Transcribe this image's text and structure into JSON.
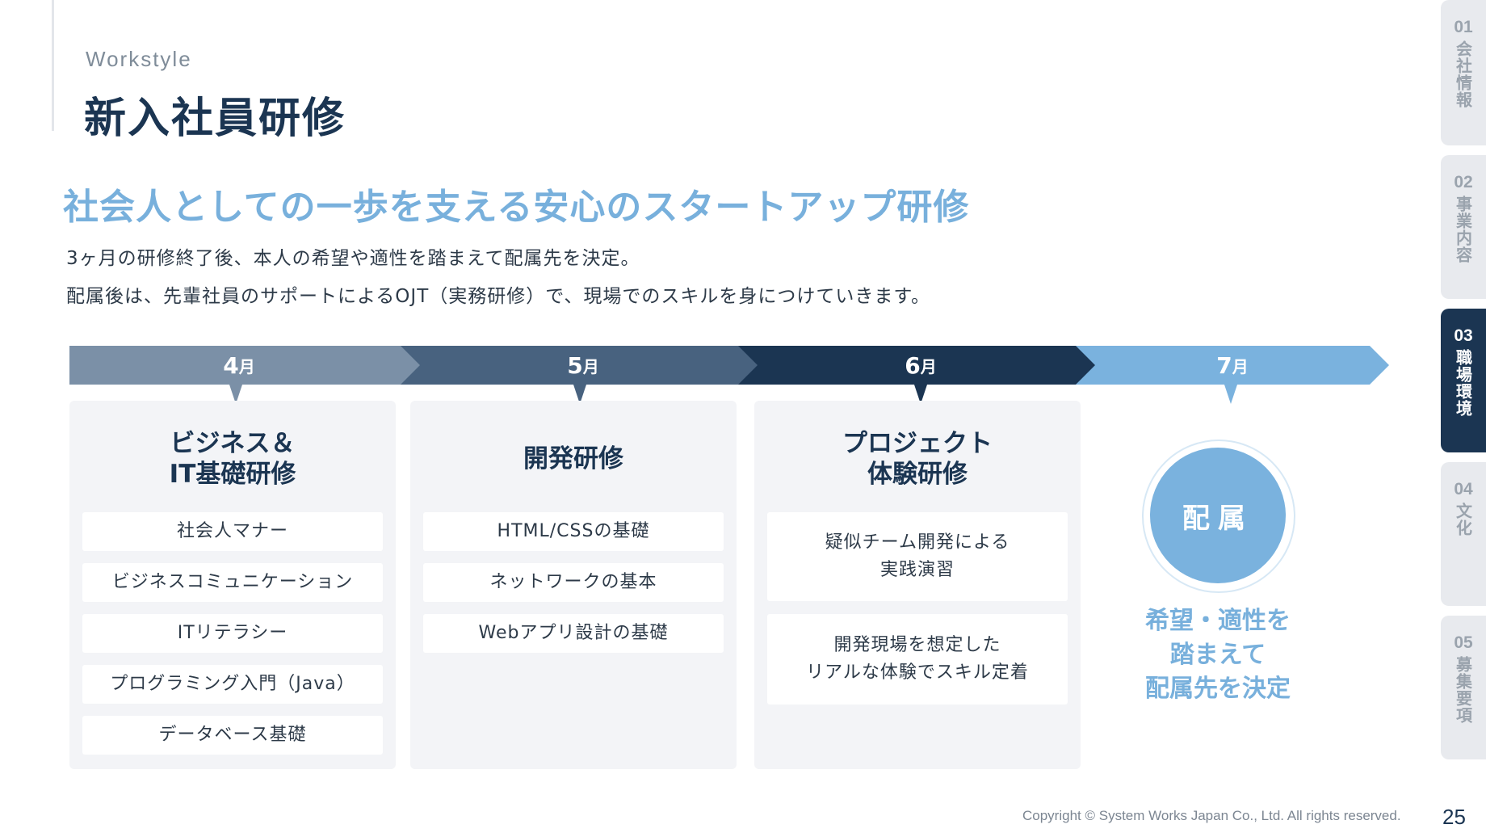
{
  "header": {
    "eyebrow": "Workstyle",
    "title": "新入社員研修"
  },
  "intro": {
    "headline": "社会人としての一歩を支える安心のスタートアップ研修",
    "lines": [
      "3ヶ月の研修終了後、本人の希望や適性を踏まえて配属先を決定。",
      "配属後は、先輩社員のサポートによるOJT（実務研修）で、現場でのスキルを身につけていきます。"
    ]
  },
  "timeline": {
    "month_unit": "月",
    "months": [
      {
        "number": "4",
        "color": "#7b90a7"
      },
      {
        "number": "5",
        "color": "#48627f"
      },
      {
        "number": "6",
        "color": "#1b3552"
      },
      {
        "number": "7",
        "color": "#7ab2de"
      }
    ]
  },
  "cards": [
    {
      "title_lines": [
        "ビジネス＆",
        "IT基礎研修"
      ],
      "items": [
        "社会人マナー",
        "ビジネスコミュニケーション",
        "ITリテラシー",
        "プログラミング入門（Java）",
        "データベース基礎"
      ]
    },
    {
      "title_lines": [
        "開発研修"
      ],
      "items": [
        "HTML/CSSの基礎",
        "ネットワークの基本",
        "Webアプリ設計の基礎"
      ]
    },
    {
      "title_lines": [
        "プロジェクト",
        "体験研修"
      ],
      "items": [
        {
          "l1": "疑似チーム開発による",
          "l2": "実践演習"
        },
        {
          "l1": "開発現場を想定した",
          "l2": "リアルな体験でスキル定着"
        }
      ]
    }
  ],
  "assignment": {
    "circle_label": "配属",
    "text_lines": [
      "希望・適性を",
      "踏まえて",
      "配属先を決定"
    ]
  },
  "nav": {
    "tabs": [
      {
        "num": "01",
        "label": "会社情報",
        "active": false
      },
      {
        "num": "02",
        "label": "事業内容",
        "active": false
      },
      {
        "num": "03",
        "label": "職場環境",
        "active": true
      },
      {
        "num": "04",
        "label": "文化",
        "active": false
      },
      {
        "num": "05",
        "label": "募集要項",
        "active": false
      }
    ]
  },
  "footer": {
    "copyright": "Copyright © System Works Japan Co., Ltd. All rights reserved.",
    "page_number": "25"
  }
}
